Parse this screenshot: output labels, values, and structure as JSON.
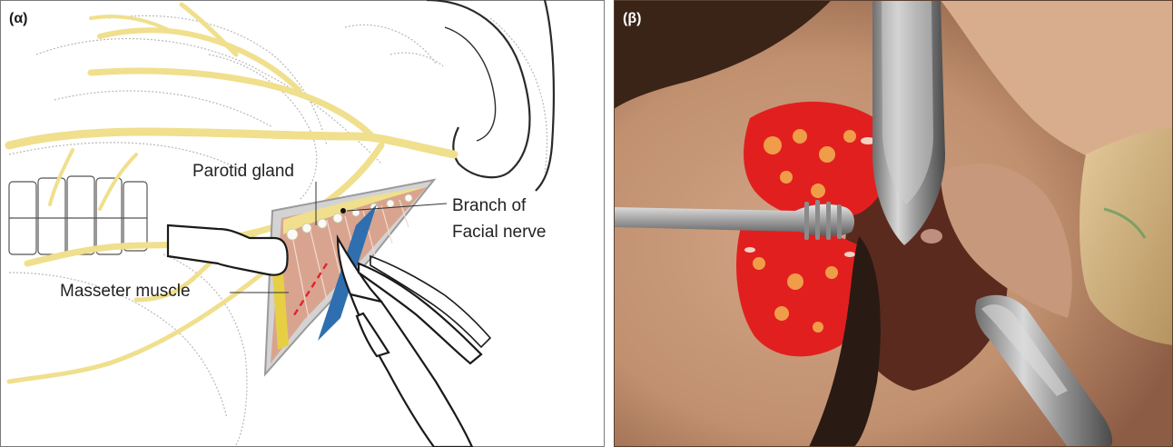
{
  "panel_a": {
    "tag": "(α)",
    "labels": {
      "parotid_gland": "Parotid gland",
      "branch_line1": "Branch of",
      "branch_line2": "Facial nerve",
      "masseter_muscle": "Masseter muscle"
    }
  },
  "panel_b": {
    "tag": "(β)"
  },
  "colors": {
    "nerve": "#f0df8c",
    "masseter": "#d9a48f",
    "vessel_blue": "#2f6fb0",
    "incision_red": "#e0242a",
    "wound_red": "#e21f1f",
    "skin": "#c99a7c"
  }
}
